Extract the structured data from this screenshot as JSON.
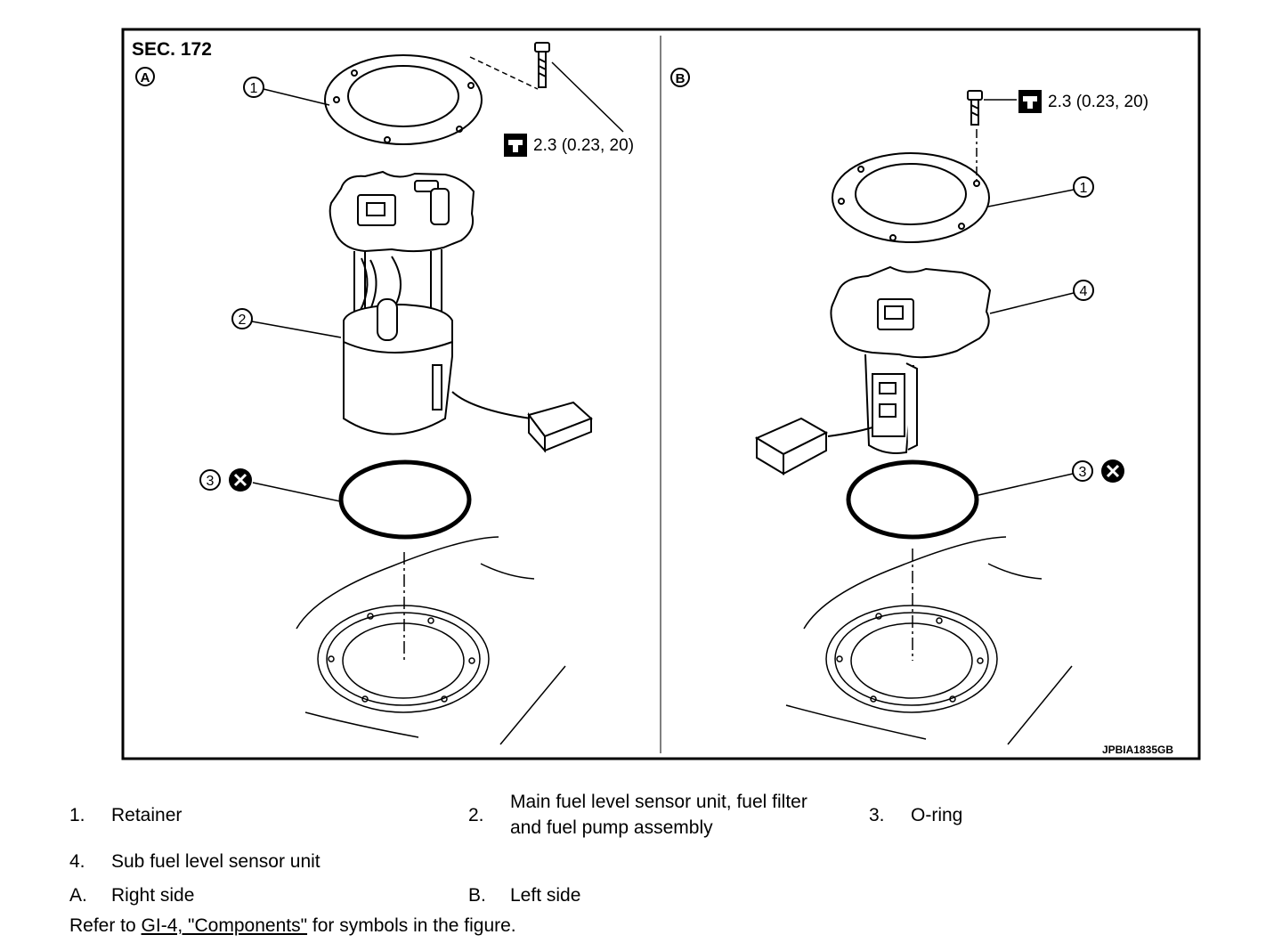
{
  "figure": {
    "section": "SEC. 172",
    "view_a": "A",
    "view_b": "B",
    "torque_a": "2.3 (0.23, 20)",
    "torque_b": "2.3 (0.23, 20)",
    "code": "JPBIA1835GB",
    "callouts": {
      "a1": "1",
      "a2": "2",
      "a3": "3",
      "b1": "1",
      "b3": "3",
      "b4": "4"
    }
  },
  "legend": {
    "items": [
      {
        "key": "1.",
        "text": "Retainer"
      },
      {
        "key": "2.",
        "text": "Main fuel level sensor unit, fuel filter",
        "text2": "and fuel pump assembly"
      },
      {
        "key": "3.",
        "text": "O-ring"
      },
      {
        "key": "4.",
        "text": "Sub fuel level sensor unit"
      },
      {
        "key": "A.",
        "text": "Right side"
      },
      {
        "key": "B.",
        "text": "Left side"
      }
    ],
    "refer_prefix": "Refer to ",
    "refer_link": "GI-4, \"Components\"",
    "refer_suffix": " for symbols in the figure."
  }
}
